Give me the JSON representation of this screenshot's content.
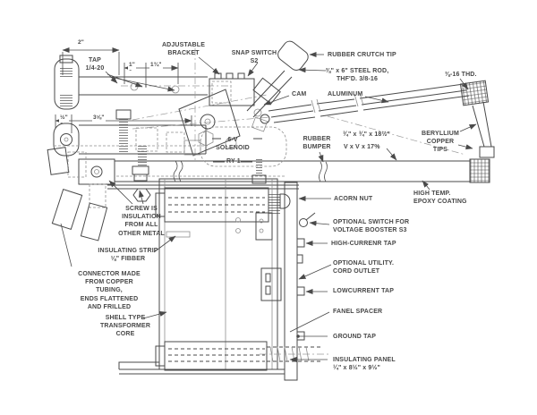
{
  "colors": {
    "line": "#4a4a4a",
    "text": "#474747",
    "ghost": "#8f8f8f",
    "background": "#ffffff"
  },
  "labels": {
    "adjustable_bracket": "ADJUSTABLE\nBRACKET",
    "snap_switch": "SNAP SWITCH\nS2",
    "rubber_crutch_tip": "RUBBER CRUTCH TIP",
    "steel_rod": "⅜\" x 6\" STEEL ROD,\nTHF'D. 3/8-16",
    "thread_note": "⅜-16 THD.",
    "cam": "CAM",
    "aluminum": "ALUMINUM",
    "tap_note": "TAP\n1/4-20",
    "rubber_bumper": "RUBBER\nBUMPER",
    "bar_size_line1": "¾\" x ¾\" x 18½\"",
    "bar_size_line2": "V x V x 17%",
    "beryllium_tips": "BERYLLIUM\nCOPPER\nTIPS",
    "solenoid": "6-V\nSOLENOID",
    "solenoid_ref": "RY 1",
    "epoxy_coating": "HIGH TEMP.\nEPOXY COATING",
    "acorn_nut": "ACORN NUT",
    "screw_note": "SCREW IS\nINSULATION\nFROM ALL\nOTHER METAL",
    "booster_switch": "OPTIONAL  SWITCH FOR\nVOLTAGE BOOSTER S3",
    "high_current_tap": "HIGH-CURRENR TAP",
    "insulating_strip": "INSULATING STRIP\n⅛\" FIBBER",
    "utility_outlet": "OPTIONAL UTILITY.\nCORD OUTLET",
    "connector_note": "CONNECTOR MADE\nFROM COPPER TUBING,\nENDS FLATTENED\nAND FRILLED",
    "low_current_tap": "LOWCURRENT TAP",
    "panel_spacer": "FANEL SPACER",
    "transformer_core": "SHELL TYPE\nTRANSFORMER\nCORE",
    "ground_tap": "GROUND TAP",
    "insulating_panel": "INSULATING PANEL\n¼\" x 8½\" x 9½\""
  },
  "dimensions": {
    "top_width": "2\"",
    "seg1": "1\"",
    "seg2": "1¾\"",
    "left_offset": "½\"",
    "base_width": "3⅝\""
  }
}
